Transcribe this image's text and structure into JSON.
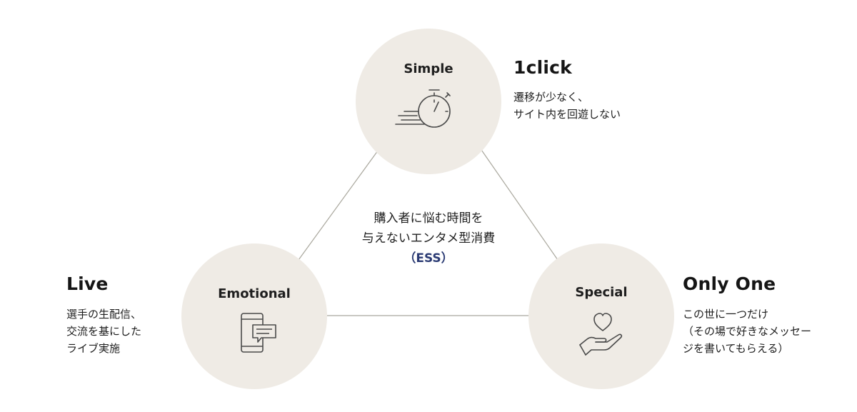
{
  "center": {
    "line1": "購入者に悩む時間を",
    "line2": "与えないエンタメ型消費",
    "abbr": "（ESS）"
  },
  "nodes": {
    "top": {
      "circle_label": "Simple",
      "icon": "stopwatch-icon",
      "heading": "1click",
      "description": "遷移が少なく、\nサイト内を回遊しない"
    },
    "left": {
      "circle_label": "Emotional",
      "icon": "smartphone-chat-icon",
      "heading": "Live",
      "description": "選手の生配信、\n交流を基にした\nライブ実施"
    },
    "right": {
      "circle_label": "Special",
      "icon": "heart-in-hand-icon",
      "heading": "Only One",
      "description": "この世に一つだけ\n（その場で好きなメッセー\nジを書いてもらえる）"
    }
  },
  "colors": {
    "circle_fill": "#efebe5",
    "line": "#a9a79d",
    "icon_stroke": "#4a4a4a",
    "ess_accent": "#2a3a73"
  }
}
